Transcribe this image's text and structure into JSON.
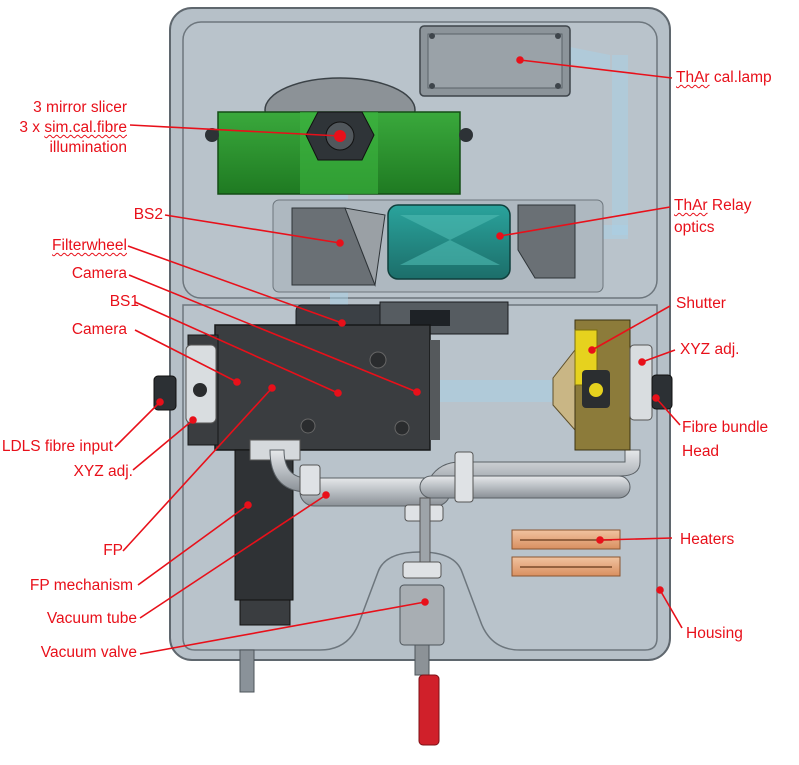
{
  "labels": {
    "thar_cal_lamp": [
      "ThAr",
      " cal.lamp"
    ],
    "mirror_slicer": "3 mirror slicer",
    "sim_cal_fibre": [
      "3 x ",
      "sim.cal.fibre"
    ],
    "illumination": "illumination",
    "bs2": "BS2",
    "filterwheel": "Filterwheel",
    "camera_top": "Camera",
    "bs1": "BS1",
    "camera_left": "Camera",
    "thar_relay": [
      "ThAr",
      " Relay"
    ],
    "optics": "optics",
    "shutter": "Shutter",
    "xyz_right": "XYZ adj.",
    "fibre_bundle": "Fibre bundle",
    "head": "Head",
    "ldls": "LDLS fibre input",
    "xyz_left": "XYZ adj.",
    "fp": "FP",
    "fp_mechanism": "FP mechanism",
    "vacuum_tube": "Vacuum tube",
    "vacuum_valve": "Vacuum valve",
    "heaters": "Heaters",
    "housing": "Housing"
  },
  "colors": {
    "label": "#e8101a",
    "housing": "#b4bec6",
    "slicer_green": "#2a9a2e",
    "relay_teal": "#2e9490",
    "shutter_yellow": "#e6d21e",
    "heater_orange": "#e7a77c",
    "valve_handle": "#d0202a"
  }
}
